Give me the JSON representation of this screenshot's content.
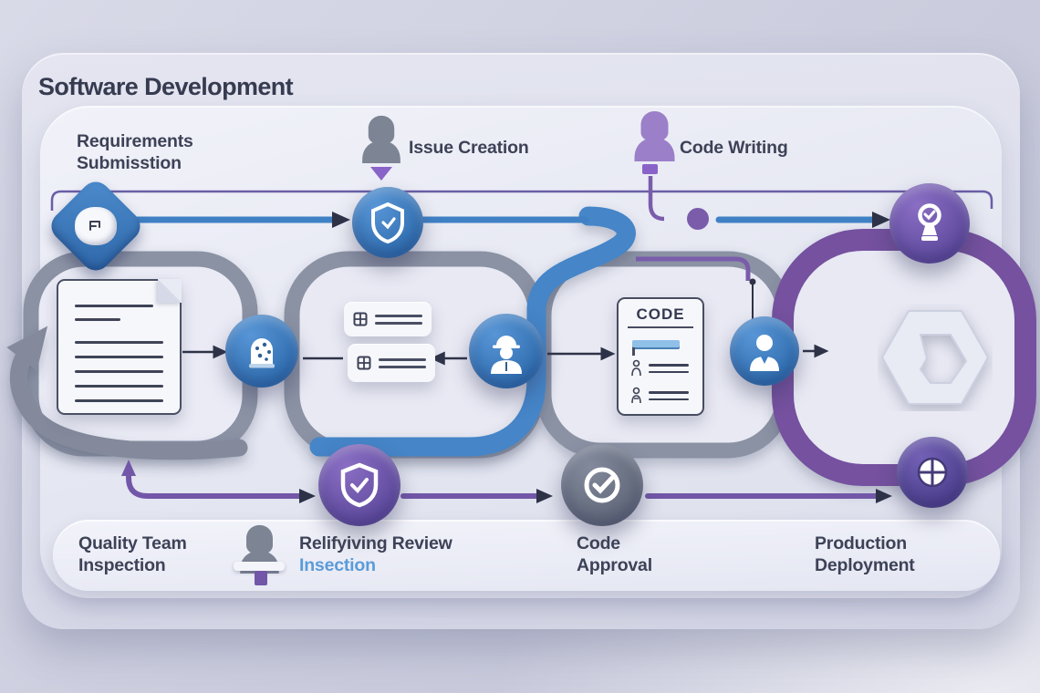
{
  "title": "Software Development",
  "top_labels": {
    "requirements": {
      "line1": "Requirements",
      "line2": "Submisstion"
    },
    "issue_creation": "Issue Creation",
    "code_writing": "Code Writing"
  },
  "bottom_labels": {
    "quality": {
      "line1": "Quality Team",
      "line2": "Inspection"
    },
    "review": {
      "line1": "Relifyiving Review",
      "line2": "Insection"
    },
    "approval": {
      "line1": "Code",
      "line2": "Approval"
    },
    "production": {
      "line1": "Production",
      "line2": "Deployment"
    }
  },
  "artifacts": {
    "code_card_title": "CODE"
  },
  "colors": {
    "blue": "#3d7fc3",
    "purple": "#74519f",
    "purple_light": "#8a63c9",
    "gray": "#8d93a5",
    "dark_text": "#3d4257",
    "review_highlight": "#5a9bd8"
  },
  "icons": {
    "requirements_marker": "chat-diamond",
    "issue_author": "person-bust",
    "code_author": "person-bust",
    "inspector": "person-bust",
    "document": "document-lines",
    "verification": "shield-check",
    "bug_scan": "bug-dome",
    "tasks": "list-cards",
    "engineer": "engineer-helmet",
    "code_doc": "code-document",
    "developer": "person",
    "release": "trophy",
    "build": "hexagon-nut",
    "deployment": "globe",
    "quality_gate": "shield-check",
    "approval_gate": "circle-check"
  }
}
